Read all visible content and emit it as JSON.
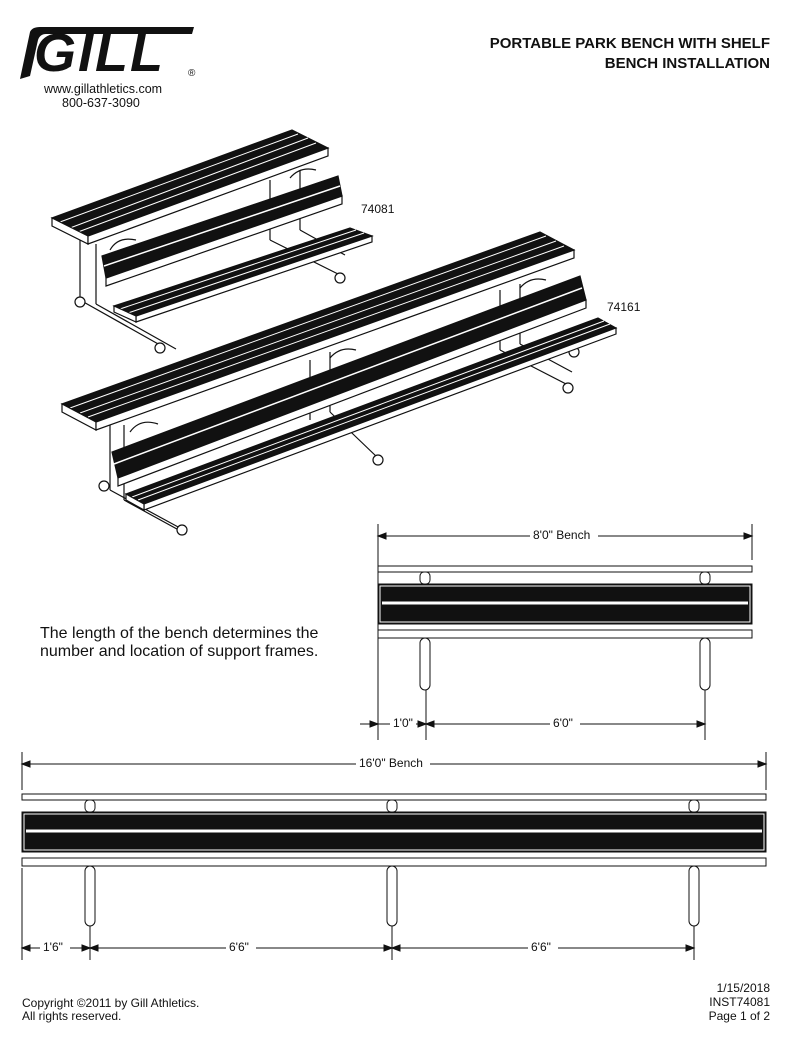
{
  "brand": {
    "logo": "GILL",
    "registered": "®",
    "website": "www.gillathletics.com",
    "phone": "800-637-3090"
  },
  "header": {
    "title_line1": "PORTABLE PARK BENCH WITH SHELF",
    "title_line2": "BENCH INSTALLATION"
  },
  "models": {
    "short": "74081",
    "long": "74161"
  },
  "note": {
    "line1": "The length of the bench determines the",
    "line2": "number and location of support frames."
  },
  "diagram_8ft": {
    "overall_label": "8'0\" Bench",
    "dim_left": "1'0\"",
    "dim_span": "6'0\""
  },
  "diagram_16ft": {
    "overall_label": "16'0\" Bench",
    "dim_left": "1'6\"",
    "dim_span1": "6'6\"",
    "dim_span2": "6'6\""
  },
  "footer": {
    "copyright": "Copyright ©2011 by Gill Athletics.",
    "rights": "All rights reserved.",
    "date": "1/15/2018",
    "doc_id": "INST74081",
    "page": "Page 1 of 2"
  },
  "colors": {
    "ink": "#111111",
    "paper": "#ffffff"
  }
}
